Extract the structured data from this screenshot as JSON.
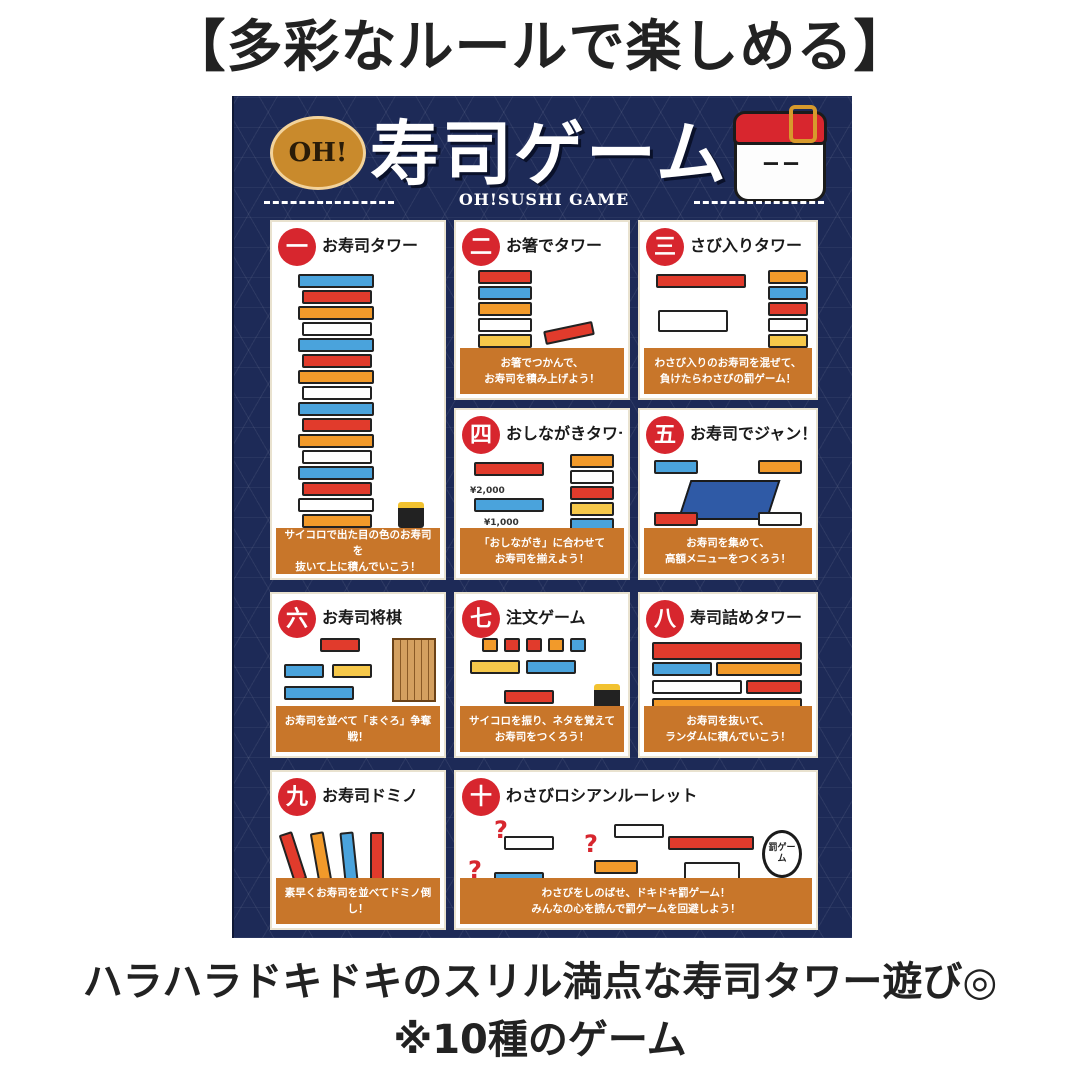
{
  "headline": "【多彩なルールで楽しめる】",
  "poster": {
    "logo_oh": "OH!",
    "logo_title": "寿司ゲーム",
    "logo_subtitle": "OH!SUSHI GAME",
    "panels": [
      {
        "num": "一",
        "title": "お寿司タワー",
        "caption": "サイコロで出た目の色のお寿司を\n抜いて上に積んでいこう！"
      },
      {
        "num": "二",
        "title": "お箸でタワー",
        "caption": "お箸でつかんで、\nお寿司を積み上げよう！"
      },
      {
        "num": "三",
        "title": "さび入りタワー",
        "caption": "わさび入りのお寿司を混ぜて、\n負けたらわさびの罰ゲーム！"
      },
      {
        "num": "四",
        "title": "おしながきタワー",
        "caption": "「おしながき」に合わせて\nお寿司を揃えよう！"
      },
      {
        "num": "五",
        "title": "お寿司でジャン！",
        "caption": "お寿司を集めて、\n高額メニューをつくろう！"
      },
      {
        "num": "六",
        "title": "お寿司将棋",
        "caption": "お寿司を並べて「まぐろ」争奪戦！"
      },
      {
        "num": "七",
        "title": "注文ゲーム",
        "caption": "サイコロを振り、ネタを覚えて\nお寿司をつくろう！"
      },
      {
        "num": "八",
        "title": "寿司詰めタワー",
        "caption": "お寿司を抜いて、\nランダムに積んでいこう！"
      },
      {
        "num": "九",
        "title": "お寿司ドミノ",
        "caption": "素早くお寿司を並べてドミノ倒し！"
      },
      {
        "num": "十",
        "title": "わさびロシアンルーレット",
        "caption": "わさびをしのばせ、ドキドキ罰ゲーム！\nみんなの心を読んで罰ゲームを回避しよう！"
      }
    ],
    "prices": [
      "¥2,000",
      "¥1,000"
    ],
    "stamp": "罰ゲーム"
  },
  "footer": {
    "line1": "ハラハラドキドキのスリル満点な寿司タワー遊び◎",
    "line2": "※10種のゲーム"
  },
  "colors": {
    "poster_bg": "#1d2a57",
    "badge_red": "#d7262e",
    "caption_orange": "#c8762a"
  }
}
